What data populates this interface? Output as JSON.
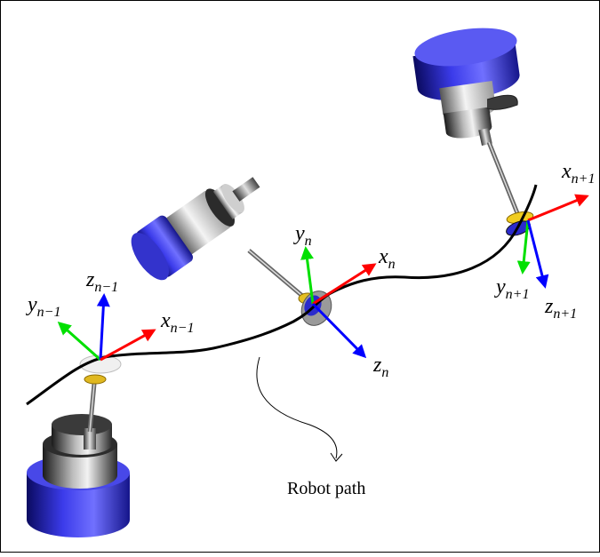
{
  "diagram": {
    "path_caption": "Robot path",
    "frames": [
      {
        "x": {
          "base": "x",
          "sub": "n−1"
        },
        "y": {
          "base": "y",
          "sub": "n−1"
        },
        "z": {
          "base": "z",
          "sub": "n−1"
        }
      },
      {
        "x": {
          "base": "x",
          "sub": "n"
        },
        "y": {
          "base": "y",
          "sub": "n"
        },
        "z": {
          "base": "z",
          "sub": "n"
        }
      },
      {
        "x": {
          "base": "x",
          "sub": "n+1"
        },
        "y": {
          "base": "y",
          "sub": "n+1"
        },
        "z": {
          "base": "z",
          "sub": "n+1"
        }
      }
    ],
    "colors": {
      "x_axis": "#ff0000",
      "y_axis": "#00e000",
      "z_axis": "#0000ff",
      "path": "#000000",
      "tool_body": "#2a2ad0"
    }
  }
}
